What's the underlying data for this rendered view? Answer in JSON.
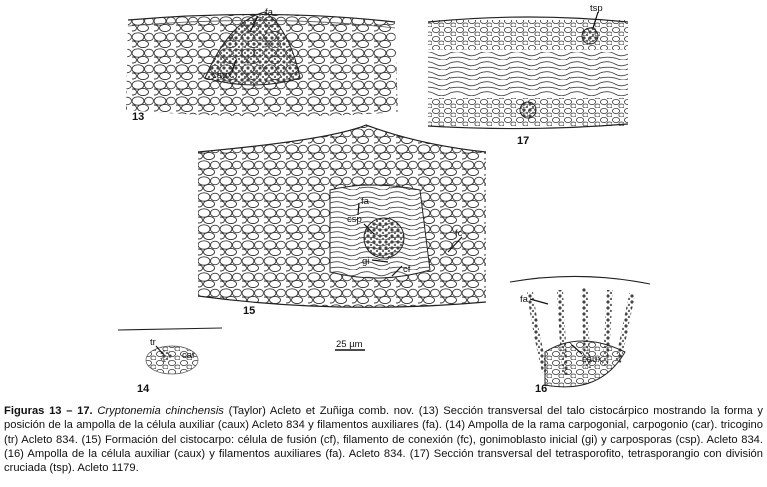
{
  "figures": [
    {
      "number": "13",
      "labels": [
        "fa",
        "caux"
      ]
    },
    {
      "number": "17",
      "labels": [
        "tsp"
      ]
    },
    {
      "number": "15",
      "labels": [
        "fa",
        "csp",
        "fc",
        "gi",
        "cf"
      ]
    },
    {
      "number": "14",
      "labels": [
        "tr",
        "car"
      ]
    },
    {
      "number": "16",
      "labels": [
        "fa",
        "caux"
      ]
    }
  ],
  "scale_bar": "25 µm",
  "caption": {
    "lead": "Figuras 13 – 17.",
    "species": "Cryptonemia chinchensis",
    "rest": " (Taylor) Acleto et Zuñiga comb. nov. (13) Sección transversal del talo cistocárpico mostrando la forma y posición de la ampolla de la célula auxiliar (caux) Acleto 834 y filamentos auxiliares (fa). (14) Ampolla de la rama carpogonial, carpogonio (car). tricogino (tr) Acleto 834. (15) Formación del cistocarpo: célula de fusión (cf), filamento de conexión (fc), gonimoblasto inicial (gi) y carposporas (csp). Acleto 834. (16) Ampolla de la célula auxiliar (caux) y filamentos auxiliares (fa). Acleto 834. (17) Sección transversal del tetrasporofito, tetrasporangio con división cruciada (tsp). Acleto 1179."
  }
}
